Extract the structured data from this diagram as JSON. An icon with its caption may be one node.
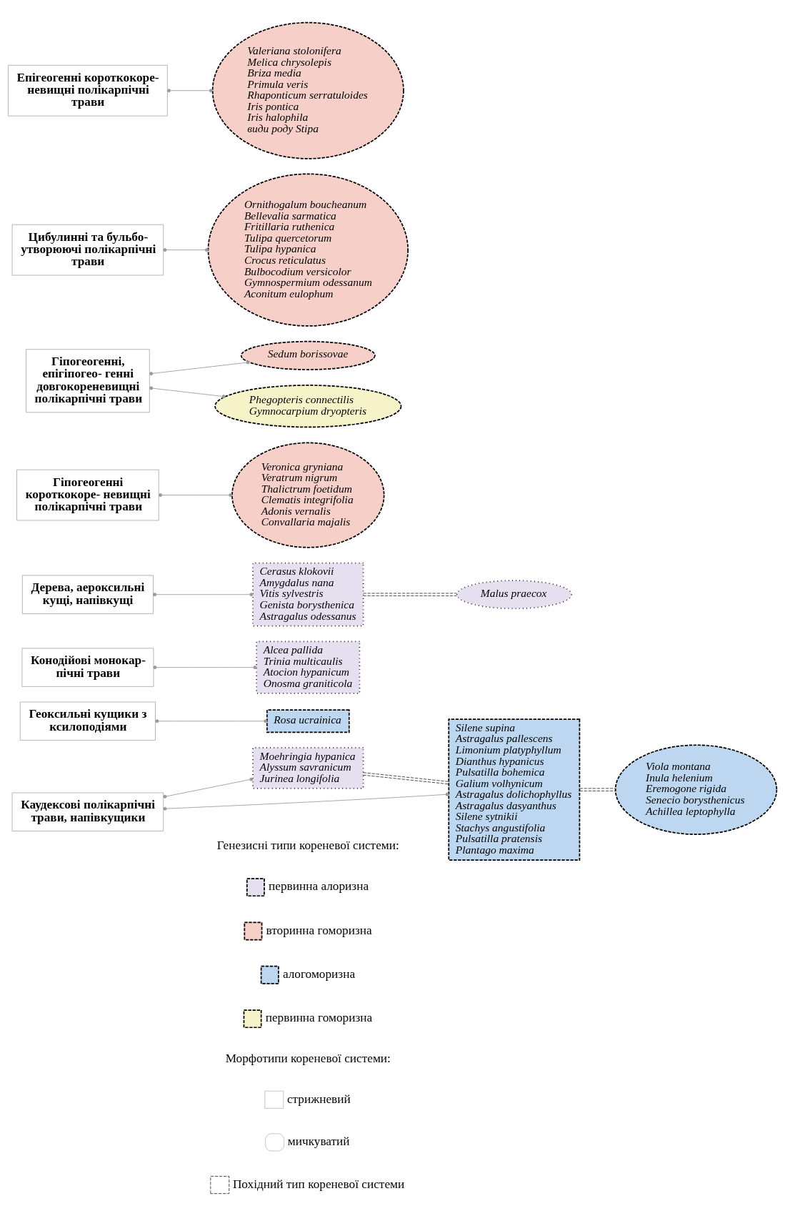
{
  "diagram": {
    "nodes": [
      {
        "text": [
          "Каудексові полікарпічні трави, напівкущики"
        ]
      },
      {
        "text": [
          "Moehringia hypanica",
          "Alyssum savranicum",
          "Jurinea longifolia"
        ]
      },
      {
        "text": [
          "Silene supina",
          "Astragalus pallescens",
          "Limonium platyphyllum",
          "Dianthus hypanicus",
          "Pulsatilla bohemica",
          "Galium volhynicum",
          "Astragalus dolichophyllus",
          "Astragalus dasyanthus",
          "Silene sytnikii",
          "Stachys angustifolia",
          "Pulsatilla pratensis",
          "Plantago maxima"
        ]
      },
      {
        "text": [
          "Viola montana",
          "Inula helenium",
          "Eremogone rigida",
          "Senecio borysthenicus",
          "Achillea leptophylla"
        ]
      },
      {
        "text": [
          "Геоксильні кущики з ксилоподіями"
        ]
      },
      {
        "text": [
          "Rosa ucrainica"
        ]
      },
      {
        "text": [
          "Конодійові монокар- пічні трави"
        ]
      },
      {
        "text": [
          "Alcea pallida",
          "Trinia multicaulis",
          "Atocion hypanicum",
          "Onosma graniticola"
        ]
      },
      {
        "text": [
          "Дерева, аероксильні кущі, напівкущі"
        ]
      },
      {
        "text": [
          "Cerasus klokovii",
          "Amygdalus nana",
          "Vitis sylvestris",
          "Genista borysthenica",
          "Astragalus odessanus"
        ]
      },
      {
        "text": [
          "Malus praecox"
        ]
      },
      {
        "text": [
          "Гіпогеогенні короткокоре- невищні полікарпічні трави"
        ]
      },
      {
        "text": [
          "Veronica gryniana",
          "Veratrum nigrum",
          "Thalictrum foetidum",
          "Clematis integrifolia",
          "Adonis vernalis",
          "Convallaria majalis"
        ]
      },
      {
        "text": [
          "Гіпогеогенні, епігіпогео- генні довгокореневищні полікарпічні трави"
        ]
      },
      {
        "text": [
          "Sedum borissovae"
        ]
      },
      {
        "text": [
          "Phegopteris connectilis",
          "Gymnocarpium dryopteris"
        ]
      },
      {
        "text": [
          "Цибулинні та бульбо- утворюючі полікарпічні трави"
        ]
      },
      {
        "text": [
          "Ornithogalum boucheanum",
          "Bellevalia sarmatica",
          "Fritillaria ruthenica",
          "Tulipa quercetorum",
          "Tulipa hypanica",
          "Crocus reticulatus",
          "Bulbocodium versicolor",
          "Gymnospermium odessanum",
          "Aconitum eulophum"
        ]
      },
      {
        "text": [
          "Епігеогенні короткокоре- невищні полікарпічні трави"
        ]
      },
      {
        "text": [
          "Valeriana stolonifera",
          "Melica chrysolepis",
          "Briza media",
          "Primula veris",
          "Rhaponticum serratuloides",
          "Iris pontica",
          "Iris halophila",
          "види роду Stipa"
        ]
      }
    ],
    "edges": [
      {
        "from": 0,
        "to": 1,
        "arrow": "other"
      },
      {
        "from": 0,
        "to": 2,
        "arrow": "other"
      },
      {
        "from": 1,
        "to": 2,
        "arrow": "none",
        "style": "dashed",
        "color": "#333333"
      },
      {
        "from": 2,
        "to": 3,
        "arrow": "none",
        "style": "dashed",
        "color": "#333333"
      },
      {
        "from": 4,
        "to": 5,
        "arrow": "other"
      },
      {
        "from": 6,
        "to": 7,
        "arrow": "other"
      },
      {
        "from": 8,
        "to": 9,
        "arrow": "other"
      },
      {
        "from": 9,
        "to": 10,
        "arrow": "none",
        "style": "dashed",
        "color": "#333333"
      },
      {
        "from": 11,
        "to": 12,
        "arrow": "other"
      },
      {
        "from": 13,
        "to": 14,
        "arrow": "other"
      },
      {
        "from": 13,
        "to": 15,
        "arrow": "other"
      },
      {
        "from": 16,
        "to": 17,
        "arrow": "other"
      },
      {
        "from": 18,
        "to": 19,
        "arrow": "other"
      }
    ],
    "labels": [
      "Генезисні типи кореневої системи:",
      "Морфотипи кореневої системи:"
    ],
    "legend": [
      {
        "text": "первинна алоризна",
        "color": "#e6dff0"
      },
      {
        "text": "вторинна гоморизна",
        "color": "#f6d0c8"
      },
      {
        "text": "алогоморизна",
        "color": "#bcd7ef"
      },
      {
        "text": "первинна гоморизна",
        "color": "#f7f3c8"
      },
      {
        "text": "стрижневий"
      },
      {
        "text": "мичкуватий"
      },
      {
        "text": "Похідний тип кореневої системи"
      }
    ]
  }
}
